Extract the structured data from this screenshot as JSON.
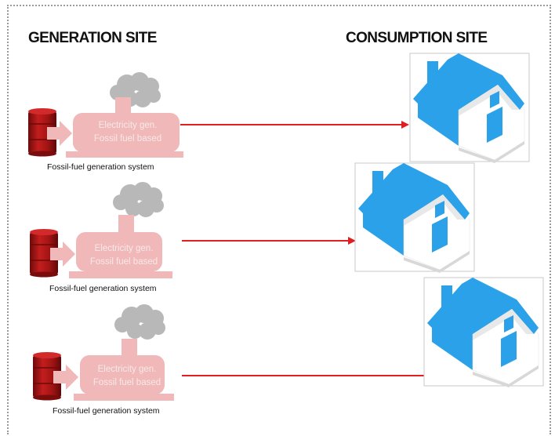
{
  "headings": {
    "generation_site": "GENERATION SITE",
    "consumption_site": "CONSUMPTION SITE"
  },
  "systems": [
    {
      "generator_line1": "Electricity gen.",
      "generator_line2": "Fossil fuel based",
      "caption": "Fossil-fuel generation system"
    },
    {
      "generator_line1": "Electricity gen.",
      "generator_line2": "Fossil fuel based",
      "caption": "Fossil-fuel generation system"
    },
    {
      "generator_line1": "Electricity gen.",
      "generator_line2": "Fossil fuel based",
      "caption": "Fossil-fuel generation system"
    }
  ],
  "colors": {
    "barrel": "#b01818",
    "generator_fill": "#f0b8b8",
    "smoke": "#b8b8b8",
    "arrow": "#e02020",
    "house_blue": "#2aa1e8"
  }
}
